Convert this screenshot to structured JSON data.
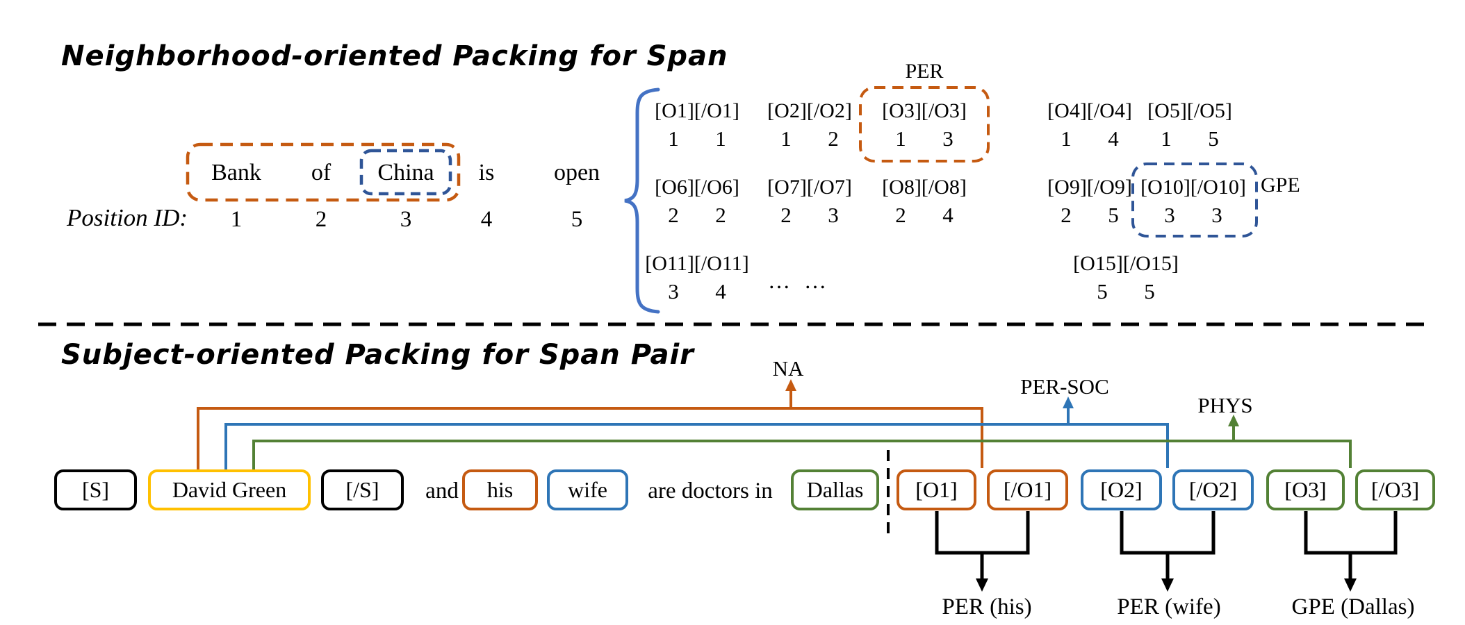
{
  "colors": {
    "orange": "#C55A11",
    "blue": "#2E75B6",
    "navy_dashed": "#2F5597",
    "green": "#538135",
    "yellow": "#FFC000",
    "brace_blue": "#4472C4",
    "black": "#000000"
  },
  "top": {
    "title": "Neighborhood-oriented Packing for Span",
    "position_label": "Position ID:",
    "sentence": [
      {
        "word": "Bank",
        "id": "1"
      },
      {
        "word": "of",
        "id": "2"
      },
      {
        "word": "China",
        "id": "3"
      },
      {
        "word": "is",
        "id": "4"
      },
      {
        "word": "open",
        "id": "5"
      }
    ],
    "entity_labels": {
      "per": "PER",
      "gpe": "GPE"
    },
    "ellipsis": "… …",
    "grid": {
      "row1": [
        {
          "open": "[O1]",
          "close": "[/O1]",
          "start": "1",
          "end": "1"
        },
        {
          "open": "[O2]",
          "close": "[/O2]",
          "start": "1",
          "end": "2"
        },
        {
          "open": "[O3]",
          "close": "[/O3]",
          "start": "1",
          "end": "3"
        },
        {
          "open": "[O4]",
          "close": "[/O4]",
          "start": "1",
          "end": "4"
        },
        {
          "open": "[O5]",
          "close": "[/O5]",
          "start": "1",
          "end": "5"
        }
      ],
      "row2": [
        {
          "open": "[O6]",
          "close": "[/O6]",
          "start": "2",
          "end": "2"
        },
        {
          "open": "[O7]",
          "close": "[/O7]",
          "start": "2",
          "end": "3"
        },
        {
          "open": "[O8]",
          "close": "[/O8]",
          "start": "2",
          "end": "4"
        },
        {
          "open": "[O9]",
          "close": "[/O9]",
          "start": "2",
          "end": "5"
        },
        {
          "open": "[O10]",
          "close": "[/O10]",
          "start": "3",
          "end": "3"
        }
      ],
      "row3": [
        {
          "open": "[O11]",
          "close": "[/O11]",
          "start": "3",
          "end": "4"
        },
        {
          "open": "[O15]",
          "close": "[/O15]",
          "start": "5",
          "end": "5"
        }
      ]
    }
  },
  "bottom": {
    "title": "Subject-oriented Packing for Span Pair",
    "tokens": [
      {
        "label": "[S]"
      },
      {
        "label": "David Green"
      },
      {
        "label": "[/S]"
      },
      {
        "label": "and"
      },
      {
        "label": "his"
      },
      {
        "label": "wife"
      },
      {
        "label": "are doctors in"
      },
      {
        "label": "Dallas"
      },
      {
        "label": "[O1]"
      },
      {
        "label": "[/O1]"
      },
      {
        "label": "[O2]"
      },
      {
        "label": "[/O2]"
      },
      {
        "label": "[O3]"
      },
      {
        "label": "[/O3]"
      }
    ],
    "relations": [
      {
        "label": "NA"
      },
      {
        "label": "PER-SOC"
      },
      {
        "label": "PHYS"
      }
    ],
    "predictions": [
      {
        "label": "PER (his)"
      },
      {
        "label": "PER (wife)"
      },
      {
        "label": "GPE (Dallas)"
      }
    ]
  }
}
